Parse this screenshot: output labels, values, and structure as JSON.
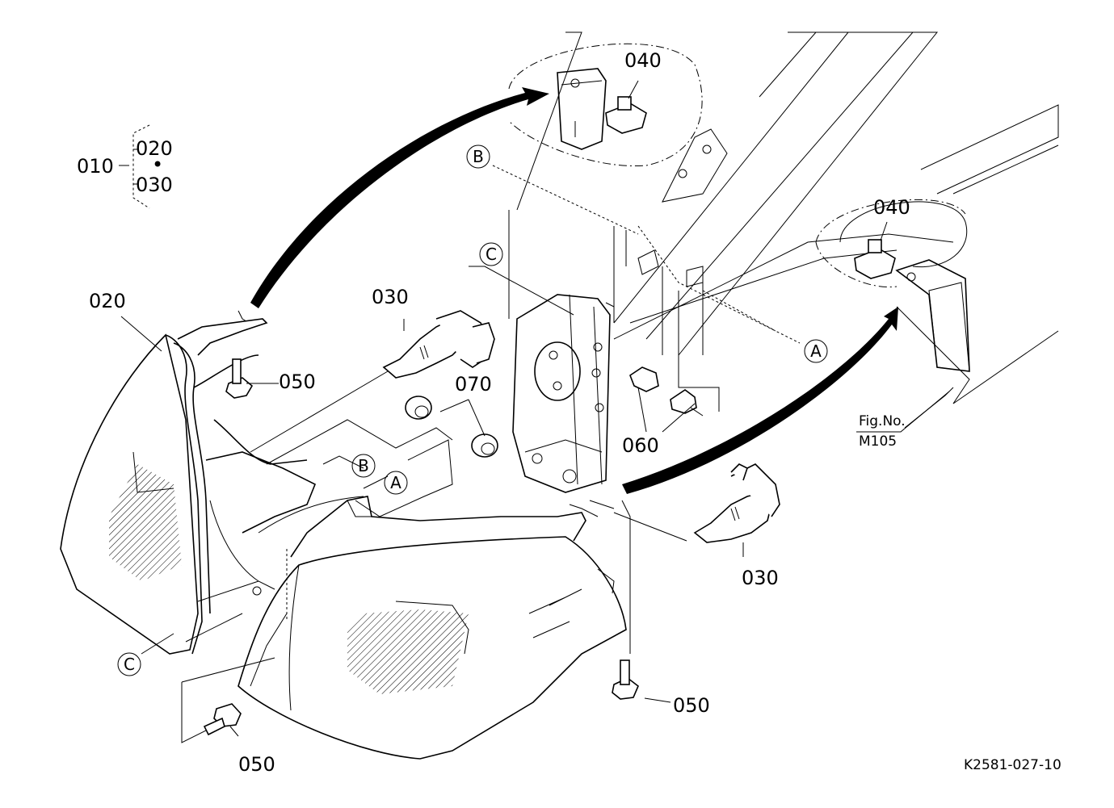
{
  "assembly": {
    "parent": "010",
    "children": [
      "020",
      "030"
    ],
    "separator": "•"
  },
  "callouts": {
    "lamp_left": "020",
    "bulb_upper": "030",
    "bulb_lower": "030",
    "nut_upper": "040",
    "nut_right": "040",
    "bolt_upper": "050",
    "bolt_lower_right": "050",
    "bolt_lower_left": "050",
    "grommet": "070",
    "screws": "060"
  },
  "refs": {
    "a1": "A",
    "a2": "A",
    "b1": "B",
    "b2": "B",
    "c1": "C",
    "c2": "C"
  },
  "fig_ref": {
    "line1": "Fig.No.",
    "line2": "M105"
  },
  "diagram_id": "K2581-027-10"
}
